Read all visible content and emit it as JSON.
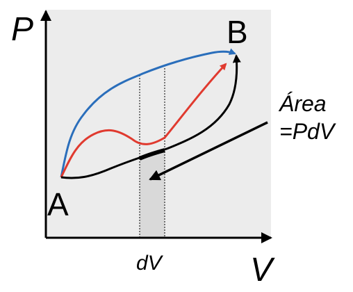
{
  "axes": {
    "y_label": "P",
    "x_label": "V"
  },
  "points": {
    "start": "A",
    "end": "B"
  },
  "annotation": {
    "line1": "Área",
    "line2": "=PdV"
  },
  "dv_label": "dV",
  "colors": {
    "plot_background": "#ececec",
    "blue_path": "#2a6ebb",
    "red_path": "#e03a2f",
    "black_path": "#000000",
    "strip_fill": "#d9d9d9"
  }
}
